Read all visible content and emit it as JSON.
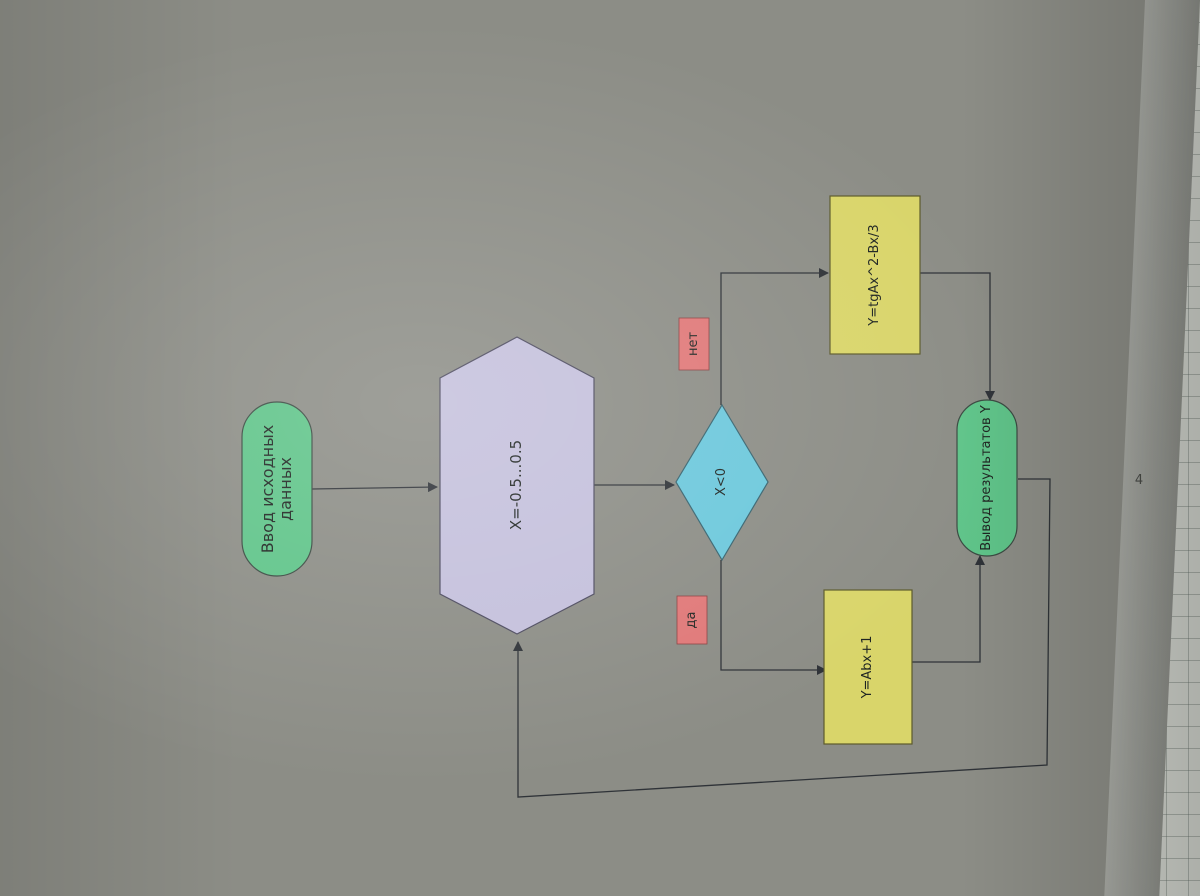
{
  "nodes": {
    "input": "Ввод исходных данных",
    "loop": "X=-0.5...0.5",
    "condition": "X<0",
    "branch_yes": "Y=Abx+1",
    "branch_no": "Y=tgAx^2-Bx/3",
    "output": "Вывод результатов Y"
  },
  "edge_labels": {
    "yes": "да",
    "no": "нет"
  },
  "colors": {
    "terminal": "#5fc489",
    "loop": "#c4c0dc",
    "decision": "#6cc8dc",
    "process": "#d9d56a",
    "edge_label": "#e07878",
    "line": "#2f3338"
  },
  "page_indicator": "4"
}
